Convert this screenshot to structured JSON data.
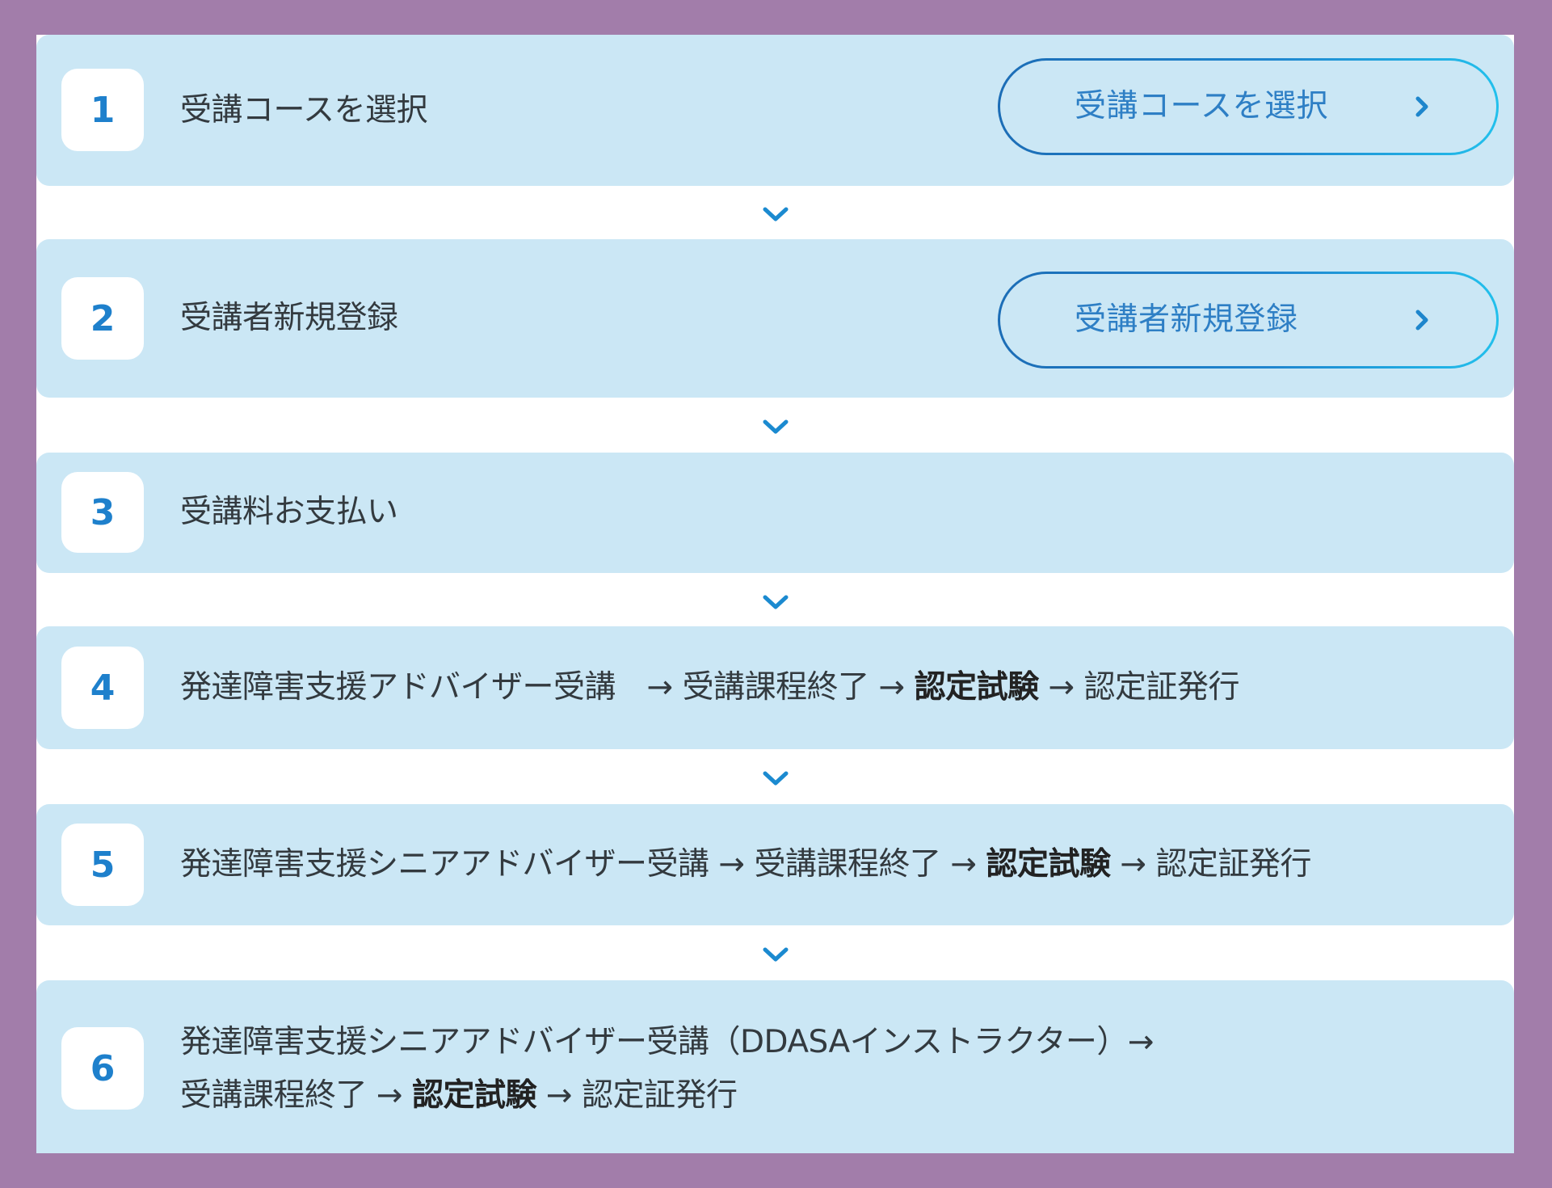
{
  "colors": {
    "page_background": "#A27DAA",
    "container_background": "#FFFFFF",
    "panel_background": "#CBE7F5",
    "number_color": "#1E80CC",
    "text_color": "#333A3F",
    "button_text_color": "#2E7FC5",
    "button_border_gradient": [
      "#1C6DB6",
      "#22C0EC"
    ],
    "chevron_color": "#1B8AD0"
  },
  "steps": [
    {
      "number": "1",
      "label": "受講コースを選択",
      "button": {
        "label": "受講コースを選択",
        "icon": "chevron-right-icon"
      }
    },
    {
      "number": "2",
      "label": "受講者新規登録",
      "button": {
        "label": "受講者新規登録",
        "icon": "chevron-right-icon"
      }
    },
    {
      "number": "3",
      "label": "受講料お支払い"
    },
    {
      "number": "4",
      "parts": {
        "a": "発達障害支援アドバイザー受講　→ 受講課程終了 → ",
        "bold": "認定試験",
        "b": " → 認定証発行"
      }
    },
    {
      "number": "5",
      "parts": {
        "a": "発達障害支援シニアアドバイザー受講 → 受講課程終了 → ",
        "bold": "認定試験",
        "b": " → 認定証発行"
      }
    },
    {
      "number": "6",
      "line1": "発達障害支援シニアアドバイザー受講（DDASAインストラクター）→",
      "parts": {
        "a": "受講課程終了 → ",
        "bold": "認定試験",
        "b": " → 認定証発行"
      }
    }
  ],
  "connectors": {
    "icon": "chevron-down-icon",
    "count": 5
  }
}
